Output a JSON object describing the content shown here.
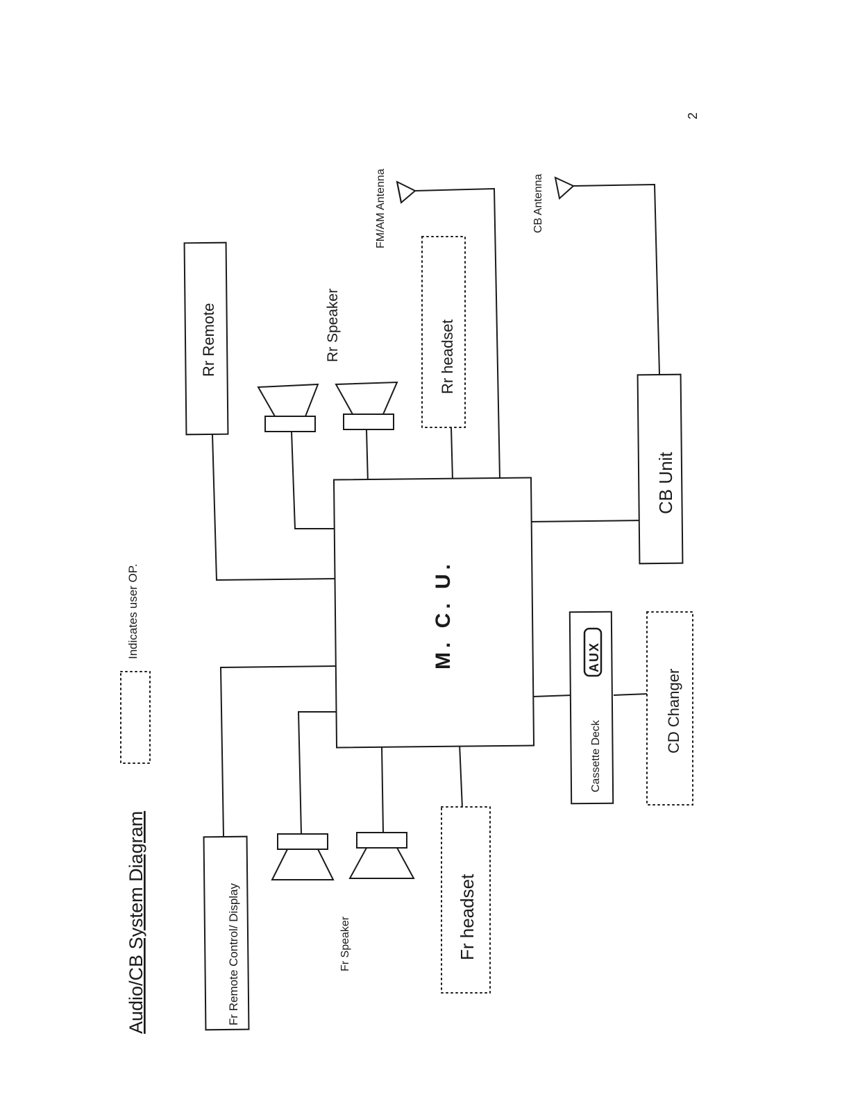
{
  "page": {
    "title": "Audio/CB System Diagram",
    "page_number": "2",
    "legend_text": "Indicates user OP."
  },
  "nodes": {
    "mcu": "M. C. U.",
    "rr_remote": "Rr Remote",
    "rr_speaker": "Rr Speaker",
    "rr_headset": "Rr headset",
    "fm_am_antenna": "FM/AM Antenna",
    "cb_antenna": "CB Antenna",
    "cb_unit": "CB Unit",
    "cassette_deck": "Cassette Deck",
    "aux": "AUX",
    "cd_changer": "CD Changer",
    "fr_headset": "Fr headset",
    "fr_speaker": "Fr Speaker",
    "fr_remote": "Fr Remote Control/ Display"
  },
  "colors": {
    "ink": "#1a1a1a",
    "paper": "#ffffff"
  }
}
